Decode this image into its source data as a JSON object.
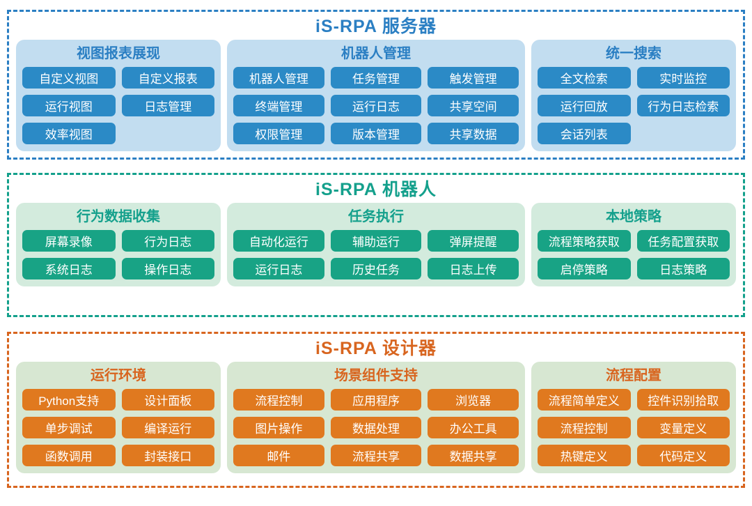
{
  "colors": {
    "server": {
      "accent": "#2B7FC3",
      "panel_bg": "#C2DDF0",
      "button_bg": "#2B8AC6"
    },
    "robot": {
      "accent": "#14A08C",
      "panel_bg": "#D3EBDD",
      "button_bg": "#18A385"
    },
    "designer": {
      "accent": "#D8651F",
      "panel_bg": "#D7E7D2",
      "button_bg": "#E0791F"
    }
  },
  "button_text_color": "#FFFFFF",
  "sections": [
    {
      "id": "server",
      "title": "iS-RPA 服务器",
      "panels": [
        {
          "header": "视图报表展现",
          "columns": 2,
          "buttons": [
            "自定义视图",
            "自定义报表",
            "运行视图",
            "日志管理",
            "效率视图"
          ]
        },
        {
          "header": "机器人管理",
          "columns": 3,
          "buttons": [
            "机器人管理",
            "任务管理",
            "触发管理",
            "终端管理",
            "运行日志",
            "共享空间",
            "权限管理",
            "版本管理",
            "共享数据"
          ]
        },
        {
          "header": "统一搜索",
          "columns": 2,
          "buttons": [
            "全文检索",
            "实时监控",
            "运行回放",
            "行为日志检索",
            "会话列表"
          ]
        }
      ]
    },
    {
      "id": "robot",
      "title": "iS-RPA 机器人",
      "panels": [
        {
          "header": "行为数据收集",
          "columns": 2,
          "buttons": [
            "屏幕录像",
            "行为日志",
            "系统日志",
            "操作日志"
          ]
        },
        {
          "header": "任务执行",
          "columns": 3,
          "buttons": [
            "自动化运行",
            "辅助运行",
            "弹屏提醒",
            "运行日志",
            "历史任务",
            "日志上传"
          ]
        },
        {
          "header": "本地策略",
          "columns": 2,
          "buttons": [
            "流程策略获取",
            "任务配置获取",
            "启停策略",
            "日志策略"
          ]
        }
      ]
    },
    {
      "id": "designer",
      "title": "iS-RPA 设计器",
      "panels": [
        {
          "header": "运行环境",
          "columns": 2,
          "buttons": [
            "Python支持",
            "设计面板",
            "单步调试",
            "编译运行",
            "函数调用",
            "封装接口"
          ]
        },
        {
          "header": "场景组件支持",
          "columns": 3,
          "buttons": [
            "流程控制",
            "应用程序",
            "浏览器",
            "图片操作",
            "数据处理",
            "办公工具",
            "邮件",
            "流程共享",
            "数据共享"
          ]
        },
        {
          "header": "流程配置",
          "columns": 2,
          "buttons": [
            "流程简单定义",
            "控件识别拾取",
            "流程控制",
            "变量定义",
            "热键定义",
            "代码定义"
          ]
        }
      ]
    }
  ]
}
